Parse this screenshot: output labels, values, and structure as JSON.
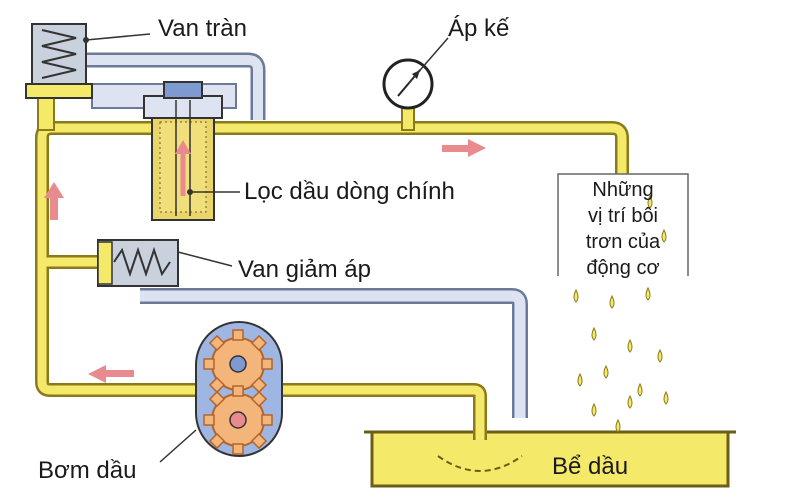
{
  "labels": {
    "relief_valve": "Van tràn",
    "pressure_gauge": "Áp kế",
    "main_filter": "Lọc dầu dòng chính",
    "reducing_valve": "Van giảm áp",
    "lubrication_points": [
      "Những",
      "vị trí bôi",
      "trơn của",
      "động cơ"
    ],
    "oil_pump": "Bơm dầu",
    "oil_sump": "Bể dầu"
  },
  "colors": {
    "oil": "#f5e96a",
    "oil_stroke": "#8a7a1c",
    "return_pipe": "#dde3f0",
    "return_stroke": "#6c7a99",
    "gear": "#f3b57a",
    "gear_stroke": "#b4652a",
    "gear_hub": "#7f9ad0",
    "pump_body": "#9fb6e2",
    "arrow": "#e98a8f",
    "spring_box": "#c9d1dd",
    "filter_media": "#ead56a"
  }
}
